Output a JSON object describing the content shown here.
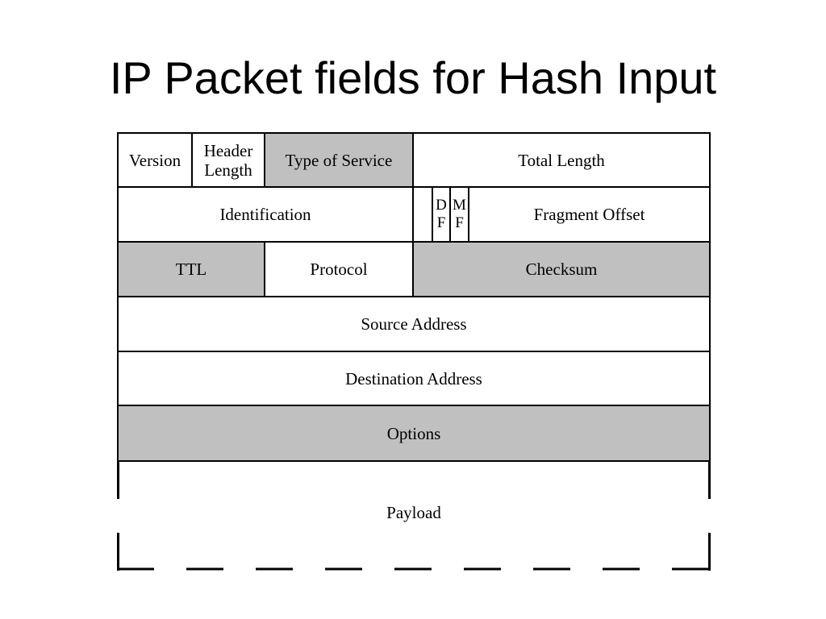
{
  "title": "IP Packet fields for Hash Input",
  "fields": {
    "version": "Version",
    "header_length_1": "Header",
    "header_length_2": "Length",
    "type_of_service": "Type of Service",
    "total_length": "Total Length",
    "identification": "Identification",
    "df_1": "D",
    "df_2": "F",
    "mf_1": "M",
    "mf_2": "F",
    "fragment_offset": "Fragment Offset",
    "ttl": "TTL",
    "protocol": "Protocol",
    "checksum": "Checksum",
    "source_address": "Source Address",
    "destination_address": "Destination Address",
    "options": "Options",
    "payload": "Payload"
  },
  "colors": {
    "hashed_field": "#c0c0c0",
    "plain_field": "#ffffff",
    "border": "#000000"
  }
}
